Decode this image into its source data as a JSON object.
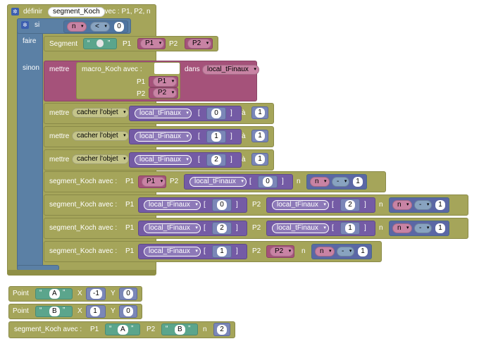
{
  "def": {
    "keyword": "définir",
    "name": "segment_Koch",
    "params": "avec : P1, P2, n"
  },
  "if_block": {
    "si": "si",
    "faire": "faire",
    "sinon": "sinon"
  },
  "compare": {
    "var": "n",
    "op": "<",
    "value": "0"
  },
  "segment": {
    "label": "Segment",
    "empty_text": "",
    "p1_label": "P1",
    "p1_var": "P1",
    "p2_label": "P2",
    "p2_var": "P2"
  },
  "mettre_macro": {
    "mettre": "mettre",
    "call": "macro_Koch  avec :",
    "dans": "dans",
    "list_var": "local_tFinaux",
    "p1_label": "P1",
    "p1_var": "P1",
    "p2_label": "P2",
    "p2_var": "P2"
  },
  "cacher_rows": [
    {
      "mettre": "mettre",
      "prop": "cacher l'objet",
      "list": "local_tFinaux",
      "index": "0",
      "a": "à",
      "value": "1"
    },
    {
      "mettre": "mettre",
      "prop": "cacher l'objet",
      "list": "local_tFinaux",
      "index": "1",
      "a": "à",
      "value": "1"
    },
    {
      "mettre": "mettre",
      "prop": "cacher l'objet",
      "list": "local_tFinaux",
      "index": "2",
      "a": "à",
      "value": "1"
    }
  ],
  "koch_calls": [
    {
      "call": "segment_Koch  avec :",
      "p1": "P1",
      "p1_var": "P1",
      "p2": "P2",
      "p2_list": "local_tFinaux",
      "p2_index": "0",
      "n": "n",
      "n_var": "n",
      "op": "-",
      "dec": "1"
    },
    {
      "call": "segment_Koch  avec :",
      "p1": "P1",
      "p1_list": "local_tFinaux",
      "p1_index": "0",
      "p2": "P2",
      "p2_list": "local_tFinaux",
      "p2_index": "2",
      "n": "n",
      "n_var": "n",
      "op": "-",
      "dec": "1"
    },
    {
      "call": "segment_Koch  avec :",
      "p1": "P1",
      "p1_list": "local_tFinaux",
      "p1_index": "2",
      "p2": "P2",
      "p2_list": "local_tFinaux",
      "p2_index": "1",
      "n": "n",
      "n_var": "n",
      "op": "-",
      "dec": "1"
    },
    {
      "call": "segment_Koch  avec :",
      "p1": "P1",
      "p1_list": "local_tFinaux",
      "p1_index": "1",
      "p2": "P2",
      "p2_var": "P2",
      "n": "n",
      "n_var": "n",
      "op": "-",
      "dec": "1"
    }
  ],
  "points": [
    {
      "label": "Point",
      "name": "A",
      "x_label": "X",
      "x": "-1",
      "y_label": "Y",
      "y": "0"
    },
    {
      "label": "Point",
      "name": "B",
      "x_label": "X",
      "x": "1",
      "y_label": "Y",
      "y": "0"
    }
  ],
  "main_call": {
    "call": "segment_Koch  avec :",
    "p1": "P1",
    "p1_val": "A",
    "p2": "P2",
    "p2_val": "B",
    "n": "n",
    "n_val": "2"
  },
  "symbols": {
    "open_quote": "“",
    "close_quote": "”",
    "bracket_open": "[",
    "bracket_close": "]",
    "dropdown": "▾"
  },
  "colors": {
    "procedure": "#a5a55a",
    "control": "#5b80a5",
    "list": "#745ba5",
    "variable": "#a5527a",
    "text": "#5ba58c"
  }
}
